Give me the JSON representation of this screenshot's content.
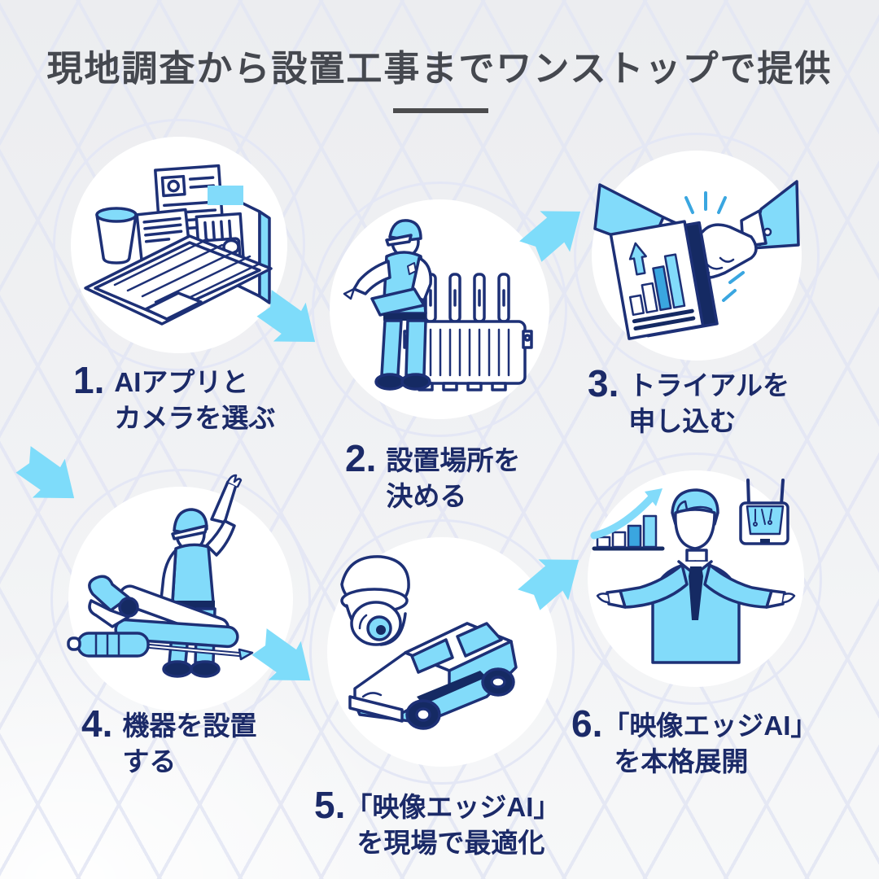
{
  "title": "現地調査から設置工事までワンストップで提供",
  "colors": {
    "title_text": "#45484f",
    "label_navy": "#1b2a68",
    "line_navy": "#1d3076",
    "dark_navy_fill": "#152a63",
    "light_blue": "#82dbfa",
    "mid_blue": "#3aa6e0",
    "arrow_blue": "#7edcfa",
    "grid_line": "#e3e6f4",
    "background": "#f1f2f4"
  },
  "steps": [
    {
      "number": "1.",
      "line1": "AIアプリと",
      "line2": "カメラを選ぶ",
      "illustration": "laptop-and-app-documents"
    },
    {
      "number": "2.",
      "line1": "設置場所を",
      "line2": "決める",
      "illustration": "worker-with-tablet-and-edge-device"
    },
    {
      "number": "3.",
      "line1": "トライアルを",
      "line2": "申し込む",
      "illustration": "handshake-with-growth-report"
    },
    {
      "number": "4.",
      "line1": "機器を設置",
      "line2": "する",
      "illustration": "installer-with-tools"
    },
    {
      "number": "5.",
      "line1": "「映像エッジAI」",
      "line2": "を現場で最適化",
      "illustration": "dome-camera-and-car"
    },
    {
      "number": "6.",
      "line1": "「映像エッジAI」",
      "line2": "を本格展開",
      "illustration": "businessman-presenting-growth-and-device"
    }
  ]
}
